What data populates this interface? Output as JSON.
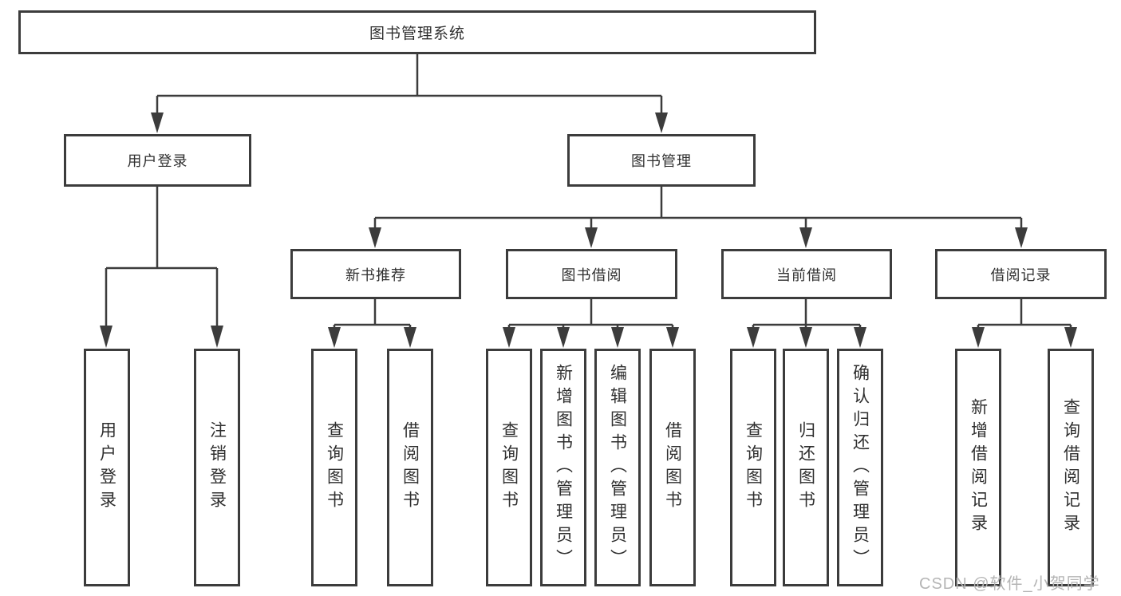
{
  "colors": {
    "line": "#3c3c3c",
    "box_border": "#3c3c3c",
    "text": "#2f2f2f",
    "watermark": "#b5b5b5",
    "background": "#ffffff"
  },
  "tree": {
    "label": "图书管理系统",
    "children": [
      {
        "label": "用户登录",
        "children": [
          {
            "label": "用户登录"
          },
          {
            "label": "注销登录"
          }
        ]
      },
      {
        "label": "图书管理",
        "children": [
          {
            "label": "新书推荐",
            "children": [
              {
                "label": "查询图书"
              },
              {
                "label": "借阅图书"
              }
            ]
          },
          {
            "label": "图书借阅",
            "children": [
              {
                "label": "查询图书"
              },
              {
                "label": "新增图书（管理员）"
              },
              {
                "label": "编辑图书（管理员）"
              },
              {
                "label": "借阅图书"
              }
            ]
          },
          {
            "label": "当前借阅",
            "children": [
              {
                "label": "查询图书"
              },
              {
                "label": "归还图书"
              },
              {
                "label": "确认归还（管理员）"
              }
            ]
          },
          {
            "label": "借阅记录",
            "children": [
              {
                "label": "新增借阅记录"
              },
              {
                "label": "查询借阅记录"
              }
            ]
          }
        ]
      }
    ]
  },
  "watermark": {
    "text": "CSDN @软件_小贺同学"
  }
}
